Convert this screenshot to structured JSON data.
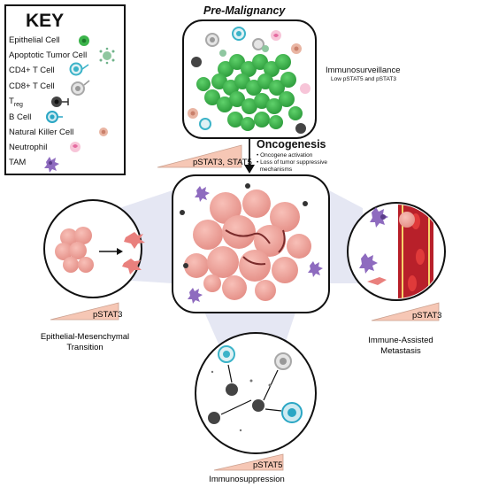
{
  "key": {
    "title": "KEY",
    "items": [
      {
        "label": "Epithelial Cell",
        "icon": "epithelial-cell-icon",
        "color": "#3cb44b"
      },
      {
        "label": "Apoptotic Tumor Cell",
        "icon": "apoptotic-tumor-cell-icon",
        "color": "#6fb38a"
      },
      {
        "label": "CD4+ T Cell",
        "icon": "cd4-t-cell-icon",
        "color": "#3bb3c8"
      },
      {
        "label": "CD8+ T Cell",
        "icon": "cd8-t-cell-icon",
        "color": "#a8a8a8"
      },
      {
        "label": "T",
        "sub": "reg",
        "icon": "treg-cell-icon",
        "color": "#333333"
      },
      {
        "label": "B Cell",
        "icon": "b-cell-icon",
        "color": "#2aa6c4"
      },
      {
        "label": "Natural Killer Cell",
        "icon": "nk-cell-icon",
        "color": "#c9806b"
      },
      {
        "label": "Neutrophil",
        "icon": "neutrophil-icon",
        "color": "#e56aa0"
      },
      {
        "label": "TAM",
        "icon": "tam-icon",
        "color": "#7a5aa8"
      }
    ]
  },
  "pre_malignancy": {
    "title": "Pre-Malignancy",
    "note_title": "Immunosurveillance",
    "note_sub": "Low pSTAT5 and pSTAT3"
  },
  "oncogenesis": {
    "title": "Oncogenesis",
    "bullets": [
      "Oncogene activation",
      "Loss of tumor suppressive",
      "mechanisms"
    ],
    "wedge_label": "pSTAT3, STAT5"
  },
  "emt": {
    "wedge_label": "pSTAT3",
    "caption_line1": "Epithelial-Mesenchymal",
    "caption_line2": "Transition"
  },
  "metastasis": {
    "wedge_label": "pSTAT3",
    "caption_line1": "Immune-Assisted",
    "caption_line2": "Metastasis"
  },
  "immunosuppression": {
    "wedge_label": "pSTAT5",
    "caption": "Immunosuppression"
  },
  "colors": {
    "tumor": "#f2a39a",
    "tumor_dark": "#d97b76",
    "epithelial": "#3cb44b",
    "wedge": "#f6c7b5",
    "vessel": "#b8202a",
    "spotlight": "#dfe1f0"
  }
}
